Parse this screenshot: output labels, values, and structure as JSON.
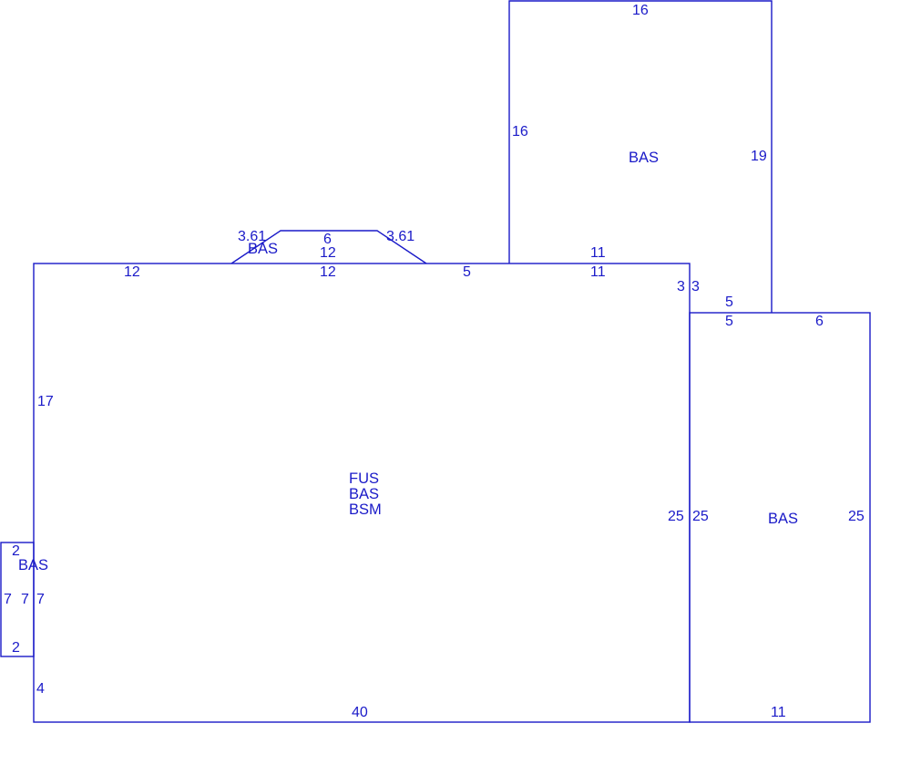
{
  "colors": {
    "line": "#1a1ac8",
    "background": "#ffffff"
  },
  "dimensions": {
    "main_top_left": "12",
    "bay_top_outer": "12",
    "bay_top_inner": "12",
    "main_top_mid": "5",
    "main_top_right": "11",
    "bas_bottom_outer": "11",
    "main_left_upper": "17",
    "main_left_lower": "4",
    "main_bottom": "40",
    "main_right": "25",
    "main_right_step": "3",
    "bay_diag_left": "3.61",
    "bay_diag_right": "3.61",
    "bay_front": "6",
    "top_bas_top": "16",
    "top_bas_left": "16",
    "top_bas_right": "19",
    "top_bas_bottom_right": "5",
    "right_bas_top_left": "5",
    "right_bas_top_right": "6",
    "right_bas_step": "3",
    "right_bas_left": "25",
    "right_bas_right": "25",
    "right_bas_bottom": "11",
    "small_bas_top": "2",
    "small_bas_bottom": "2",
    "small_bas_left": "7",
    "small_bas_mid": "7",
    "small_bas_right": "7"
  },
  "areas": {
    "main": [
      "FUS",
      "BAS",
      "BSM"
    ],
    "bay": "BAS",
    "top": "BAS",
    "right": "BAS",
    "small": "BAS"
  }
}
